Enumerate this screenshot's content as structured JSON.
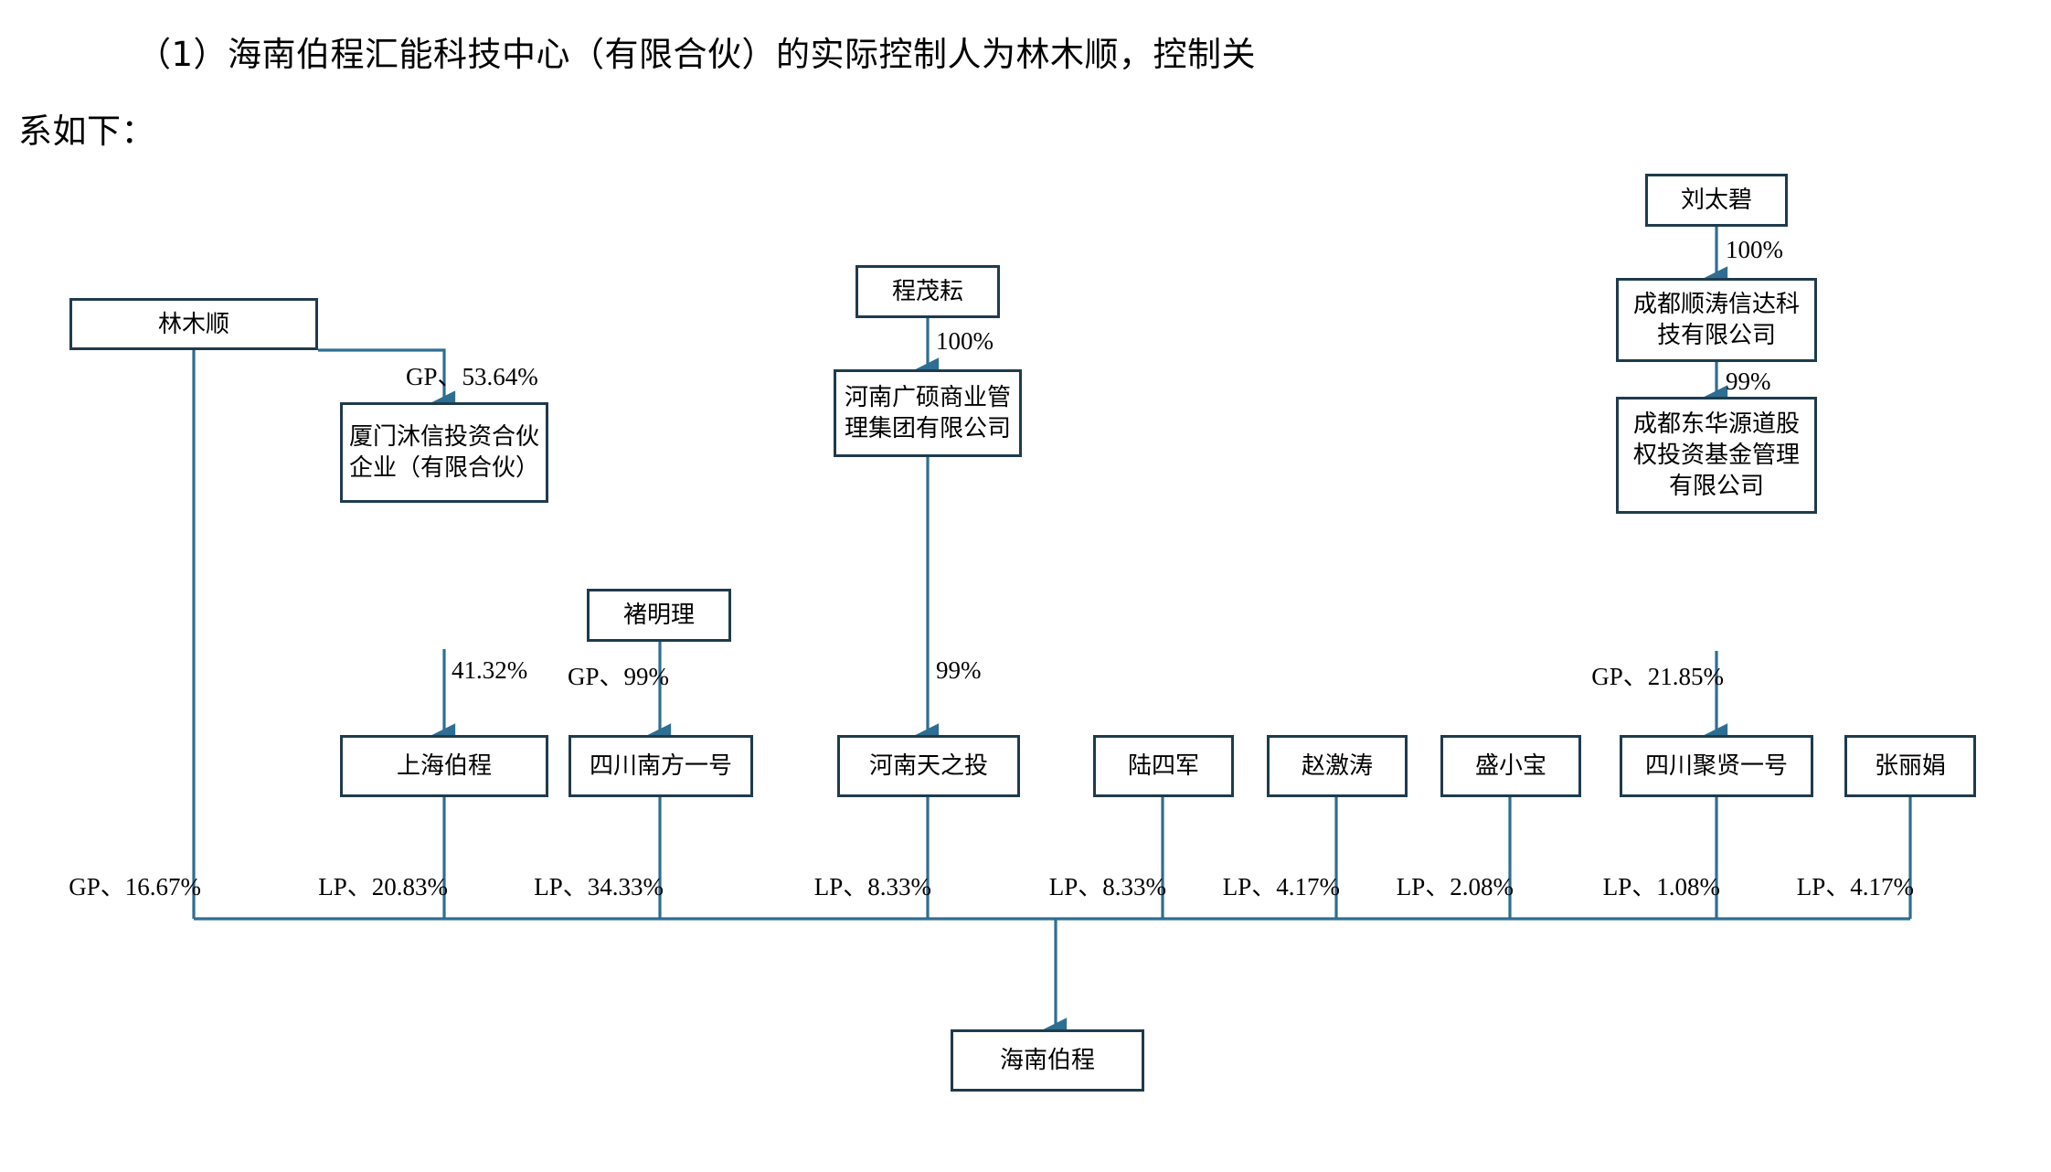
{
  "intro": {
    "line1": "（1）海南伯程汇能科技中心（有限合伙）的实际控制人为林木顺，控制关",
    "line2": "系如下："
  },
  "colors": {
    "box_border": "#1f3b4d",
    "connector": "#2e6e92",
    "text": "#000000",
    "background": "#ffffff"
  },
  "chart_data": {
    "type": "diagram",
    "title": "海南伯程汇能科技中心（有限合伙）控制关系图",
    "nodes": [
      {
        "id": "linmushun",
        "label": "林木顺"
      },
      {
        "id": "xiamenmuxin",
        "label": "厦门沐信投资合伙企业（有限合伙）"
      },
      {
        "id": "chumingli",
        "label": "褚明理"
      },
      {
        "id": "chengmaoyun",
        "label": "程茂耘"
      },
      {
        "id": "henanguangshuo",
        "label": "河南广硕商业管理集团有限公司"
      },
      {
        "id": "liutaibi",
        "label": "刘太碧"
      },
      {
        "id": "chengdushuntao",
        "label": "成都顺涛信达科技有限公司"
      },
      {
        "id": "chengdudonghua",
        "label": "成都东华源道股权投资基金管理有限公司"
      },
      {
        "id": "shanghaibocheng",
        "label": "上海伯程"
      },
      {
        "id": "sichuannanfang",
        "label": "四川南方一号"
      },
      {
        "id": "henantianzhitou",
        "label": "河南天之投"
      },
      {
        "id": "lusijun",
        "label": "陆四军"
      },
      {
        "id": "zhaojitao",
        "label": "赵激涛"
      },
      {
        "id": "shengxiaobao",
        "label": "盛小宝"
      },
      {
        "id": "sichuanjuxian",
        "label": "四川聚贤一号"
      },
      {
        "id": "zhanglijuan",
        "label": "张丽娟"
      },
      {
        "id": "hainanbocheng",
        "label": "海南伯程"
      }
    ],
    "edges": [
      {
        "from": "linmushun",
        "to": "xiamenmuxin",
        "label": "GP、53.64%"
      },
      {
        "from": "xiamenmuxin",
        "to": "shanghaibocheng",
        "label": "41.32%"
      },
      {
        "from": "chumingli",
        "to": "sichuannanfang",
        "label": "GP、99%"
      },
      {
        "from": "chengmaoyun",
        "to": "henanguangshuo",
        "label": "100%"
      },
      {
        "from": "henanguangshuo",
        "to": "henantianzhitou",
        "label": "99%"
      },
      {
        "from": "liutaibi",
        "to": "chengdushuntao",
        "label": "100%"
      },
      {
        "from": "chengdushuntao",
        "to": "chengdudonghua",
        "label": "99%"
      },
      {
        "from": "chengdudonghua",
        "to": "sichuanjuxian",
        "label": "GP、21.85%"
      },
      {
        "from": "linmushun",
        "to": "hainanbocheng",
        "label": "GP、16.67%"
      },
      {
        "from": "shanghaibocheng",
        "to": "hainanbocheng",
        "label": "LP、20.83%"
      },
      {
        "from": "sichuannanfang",
        "to": "hainanbocheng",
        "label": "LP、34.33%"
      },
      {
        "from": "henantianzhitou",
        "to": "hainanbocheng",
        "label": "LP、8.33%"
      },
      {
        "from": "lusijun",
        "to": "hainanbocheng",
        "label": "LP、8.33%"
      },
      {
        "from": "zhaojitao",
        "to": "hainanbocheng",
        "label": "LP、4.17%"
      },
      {
        "from": "shengxiaobao",
        "to": "hainanbocheng",
        "label": "LP、2.08%"
      },
      {
        "from": "sichuanjuxian",
        "to": "hainanbocheng",
        "label": "LP、1.08%"
      },
      {
        "from": "zhanglijuan",
        "to": "hainanbocheng",
        "label": "LP、4.17%"
      }
    ]
  }
}
